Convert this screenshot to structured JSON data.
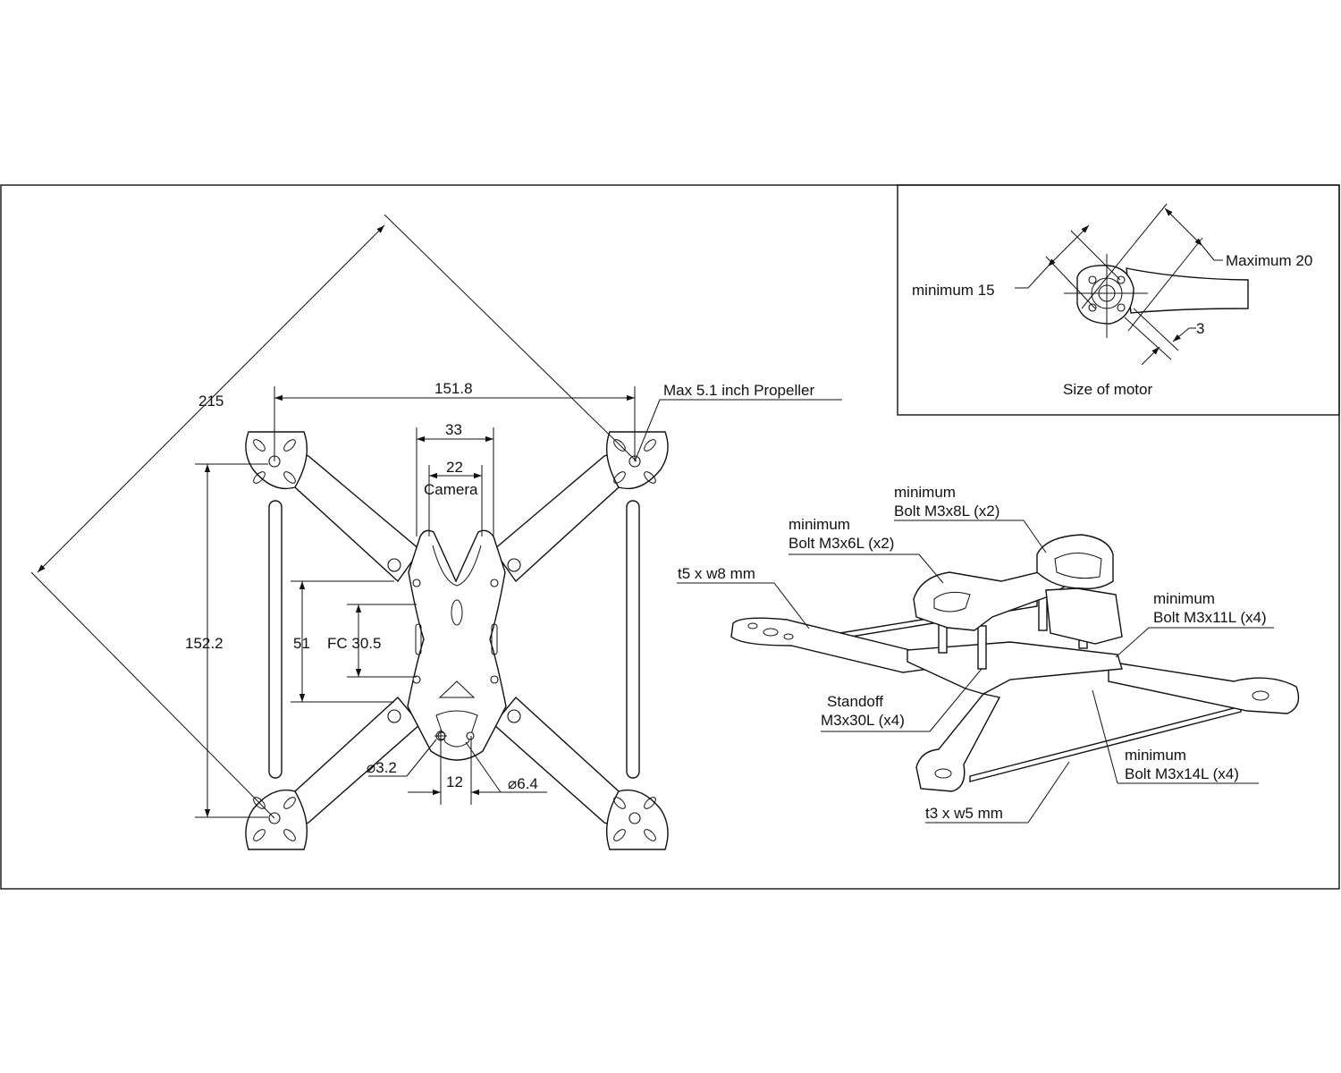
{
  "top_view": {
    "diagonal": "215",
    "motor_spacing": "151.8",
    "propeller_note": "Max 5.1 inch Propeller",
    "camera_outer": "33",
    "camera_inner": "22",
    "camera_label": "Camera",
    "length": "152.2",
    "stack_height": "51",
    "fc_mount": "FC 30.5",
    "hole_small": "⌀3.2",
    "hole_spacing": "12",
    "hole_large": "⌀6.4"
  },
  "motor_detail": {
    "minimum_label": "minimum 15",
    "maximum_label": "Maximum 20",
    "arm_thickness": "3",
    "caption": "Size of motor"
  },
  "iso_view": {
    "bolt_8_line1": "minimum",
    "bolt_8_line2": "Bolt M3x8L (x2)",
    "bolt_6_line1": "minimum",
    "bolt_6_line2": "Bolt M3x6L (x2)",
    "top_plate": "t5 x w8 mm",
    "bolt_11_line1": "minimum",
    "bolt_11_line2": "Bolt M3x11L  (x4)",
    "standoff_line1": "Standoff",
    "standoff_line2": "M3x30L (x4)",
    "bolt_14_line1": "minimum",
    "bolt_14_line2": "Bolt M3x14L (x4)",
    "bottom_plate": "t3 x w5 mm"
  }
}
